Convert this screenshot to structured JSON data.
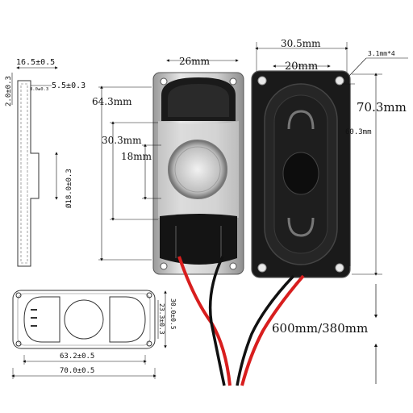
{
  "side_view": {
    "dim_width_top": "16.5±0.5",
    "dim_height_left": "2.0±0.3",
    "dim_small": "8.0±0.3",
    "dim_depth": "5.5±0.3",
    "dim_magnet": "Ø18.0±0.3"
  },
  "front_view": {
    "dim_width": "26mm",
    "dim_total_height": "64.3mm",
    "dim_mid_height": "30.3mm",
    "dim_magnet": "18mm"
  },
  "back_view": {
    "dim_width_outer": "30.5mm",
    "dim_width_inner": "20mm",
    "dim_hole": "3.1mm*4",
    "dim_total_height": "70.3mm",
    "dim_inner_height": "60.3mm",
    "dim_cable": "600mm/380mm"
  },
  "bottom_view": {
    "dim_height_outer": "30.0±0.5",
    "dim_height_inner": "23.3±0.3",
    "dim_width_inner": "63.2±0.5",
    "dim_width_outer": "70.0±0.5"
  },
  "colors": {
    "wire_red": "#d81e1e",
    "wire_black": "#111111",
    "frame_silver": "#c9c9c9",
    "speaker_black": "#1a1a1a"
  }
}
